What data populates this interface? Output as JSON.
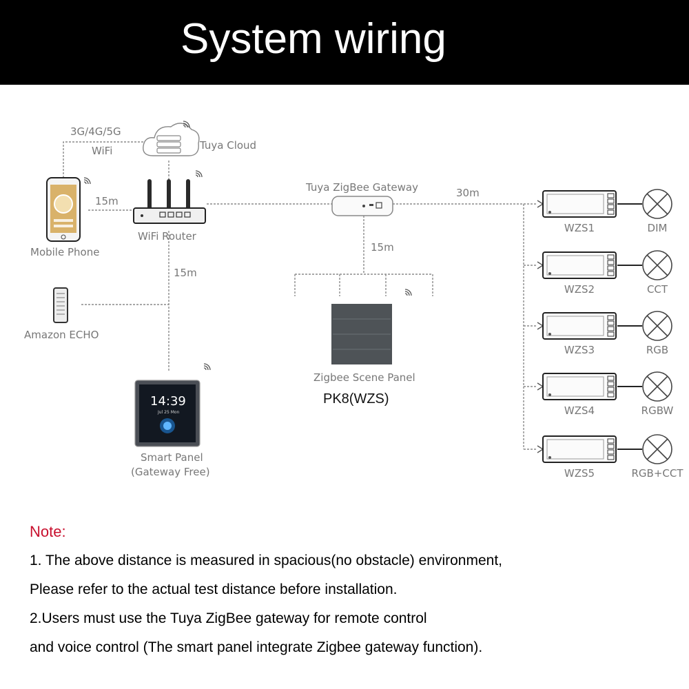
{
  "header": {
    "title": "System wiring"
  },
  "diagram": {
    "network_label_1": "3G/4G/5G",
    "network_label_2": "WiFi",
    "cloud_label": "Tuya Cloud",
    "phone_label": "Mobile Phone",
    "router_label": "WiFi Router",
    "phone_router_distance": "15m",
    "router_panel_distance": "15m",
    "echo_label": "Amazon ECHO",
    "smart_panel_label_1": "Smart Panel",
    "smart_panel_label_2": "(Gateway Free)",
    "smart_panel_time": "14:39",
    "smart_panel_date": "Jul 25 Mon",
    "gateway_label": "Tuya ZigBee Gateway",
    "gateway_modules_distance": "30m",
    "gateway_scene_distance": "15m",
    "scene_panel_label": "Zigbee Scene Panel",
    "scene_panel_model": "PK8(WZS)",
    "modules": [
      {
        "name": "WZS1",
        "load": "DIM"
      },
      {
        "name": "WZS2",
        "load": "CCT"
      },
      {
        "name": "WZS3",
        "load": "RGB"
      },
      {
        "name": "WZS4",
        "load": "RGBW"
      },
      {
        "name": "WZS5",
        "load": "RGB+CCT"
      }
    ],
    "colors": {
      "line": "#8a8a8a",
      "device": "#3a3a3a",
      "scene_panel": "#4e5357",
      "label": "#777777"
    }
  },
  "notes": {
    "title": "Note:",
    "lines": [
      "1. The above distance is measured in spacious(no obstacle) environment,",
      "Please refer to the actual test distance before installation.",
      "2.Users must use the Tuya ZigBee gateway for remote control",
      "and voice control (The smart panel integrate Zigbee gateway function)."
    ]
  }
}
